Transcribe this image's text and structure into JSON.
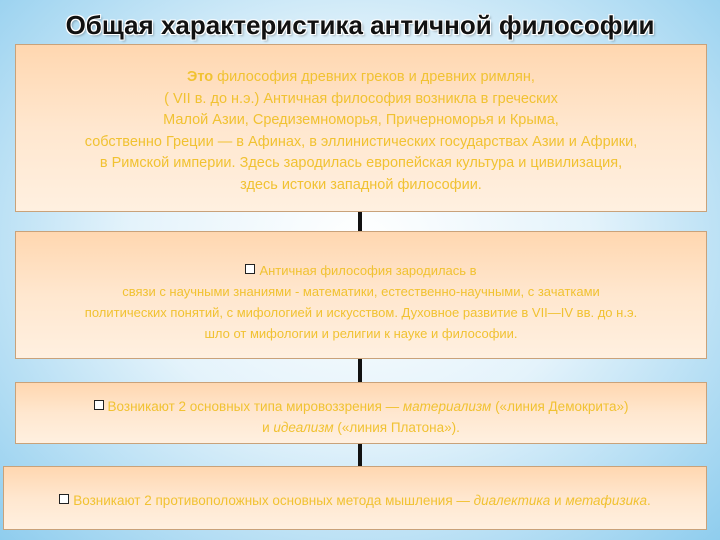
{
  "title": "Общая характеристика античной философии",
  "box1": {
    "lead": "Это",
    "line1_rest": " философия древних греков и древних римлян,",
    "line2": "( VII в. до н.э.) Античная философия возникла в греческих",
    "line3": "Малой Азии, Средиземноморья, Причерноморья и Крыма,",
    "line4": "собственно Греции — в Афинах, в эллинистических государствах Азии и Африки,",
    "line5": "в Римской империи. Здесь зародилась европейская культура и цивилизация,",
    "line6": "здесь истоки западной философии."
  },
  "box2": {
    "line1": "Античная философия зародилась в",
    "line2": "связи с научными знаниями - математики, естественно-научными, с зачатками",
    "line3": "политических понятий, с мифологией и искусством. Духовное развитие в VII—IV вв. до н.э.",
    "line4": "шло от мифологии и религии к науке и философии."
  },
  "box3": {
    "line1_a": "Возникают 2 основных типа мировоззрения — ",
    "line1_em": "материализм",
    "line1_b": " («линия Демокрита»)",
    "line2_a": "и ",
    "line2_em": "идеализм",
    "line2_b": " («линия Платона»)."
  },
  "box4": {
    "text_a": "Возникают 2 противоположных основных метода мышления — ",
    "em1": "диалектика",
    "mid": " и ",
    "em2": "метафизика",
    "end": "."
  },
  "colors": {
    "text": "#f1c232",
    "border": "#c9a27a",
    "background": "#8fcdee"
  }
}
